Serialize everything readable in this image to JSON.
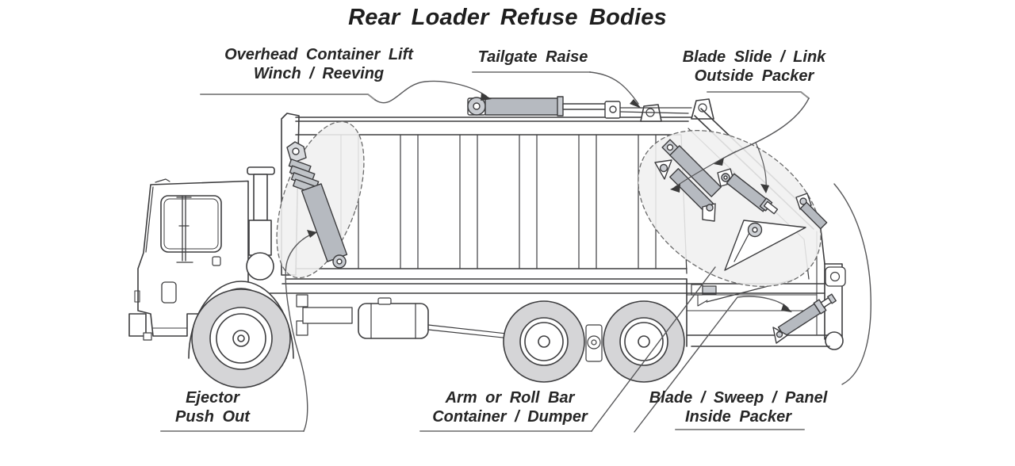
{
  "title": "Rear Loader Refuse Bodies",
  "labels": {
    "overhead_lift": {
      "line1": "Overhead Container Lift",
      "line2": "Winch / Reeving"
    },
    "tailgate_raise": {
      "line1": "Tailgate Raise"
    },
    "blade_slide": {
      "line1": "Blade Slide / Link",
      "line2": "Outside Packer"
    },
    "ejector": {
      "line1": "Ejector",
      "line2": "Push Out"
    },
    "arm_roll_bar": {
      "line1": "Arm or Roll Bar",
      "line2": "Container / Dumper"
    },
    "blade_sweep": {
      "line1": "Blade / Sweep / Panel",
      "line2": "Inside Packer"
    }
  },
  "colors": {
    "line": "#3d3d3f",
    "leader": "#58585a",
    "underline": "#8f8f8f",
    "cylinder_fill": "#b6bac0",
    "cylinder_light": "#cdd0d5",
    "tire_fill": "#d5d5d7",
    "highlight_fill": "#f0f0f0",
    "background": "#ffffff"
  }
}
